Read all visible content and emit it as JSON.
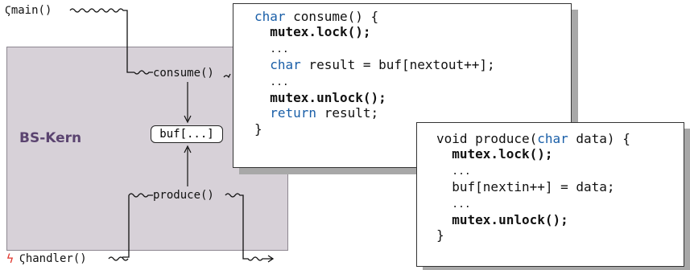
{
  "diagram": {
    "main_label": "main()",
    "handler_label": "handler()",
    "kernel_label": "BS-Kern",
    "consume_label": "consume()",
    "produce_label": "produce()",
    "buffer_label": "buf[...]",
    "glyph": "Ϛ",
    "lightning": "ϟ"
  },
  "consume_code": {
    "line1_kw": "char",
    "line1_rest": " consume() {",
    "line2": "mutex.lock();",
    "line3": "...",
    "line4_kw": "char",
    "line4_rest": " result = buf[nextout++];",
    "line5": "...",
    "line6": "mutex.unlock();",
    "line7_kw": "return",
    "line7_rest": " result;",
    "line8": "}"
  },
  "produce_code": {
    "line1_a": "void produce(",
    "line1_kw": "char",
    "line1_b": " data) {",
    "line2": "mutex.lock();",
    "line3": "...",
    "line4": "buf[nextin++] = data;",
    "line5": "...",
    "line6": "mutex.unlock();",
    "line7": "}"
  },
  "colors": {
    "kernel_bg": "#d7d1d8",
    "kernel_label": "#5b4470",
    "keyword": "#1a5fa8",
    "lightning": "#e0342b"
  }
}
